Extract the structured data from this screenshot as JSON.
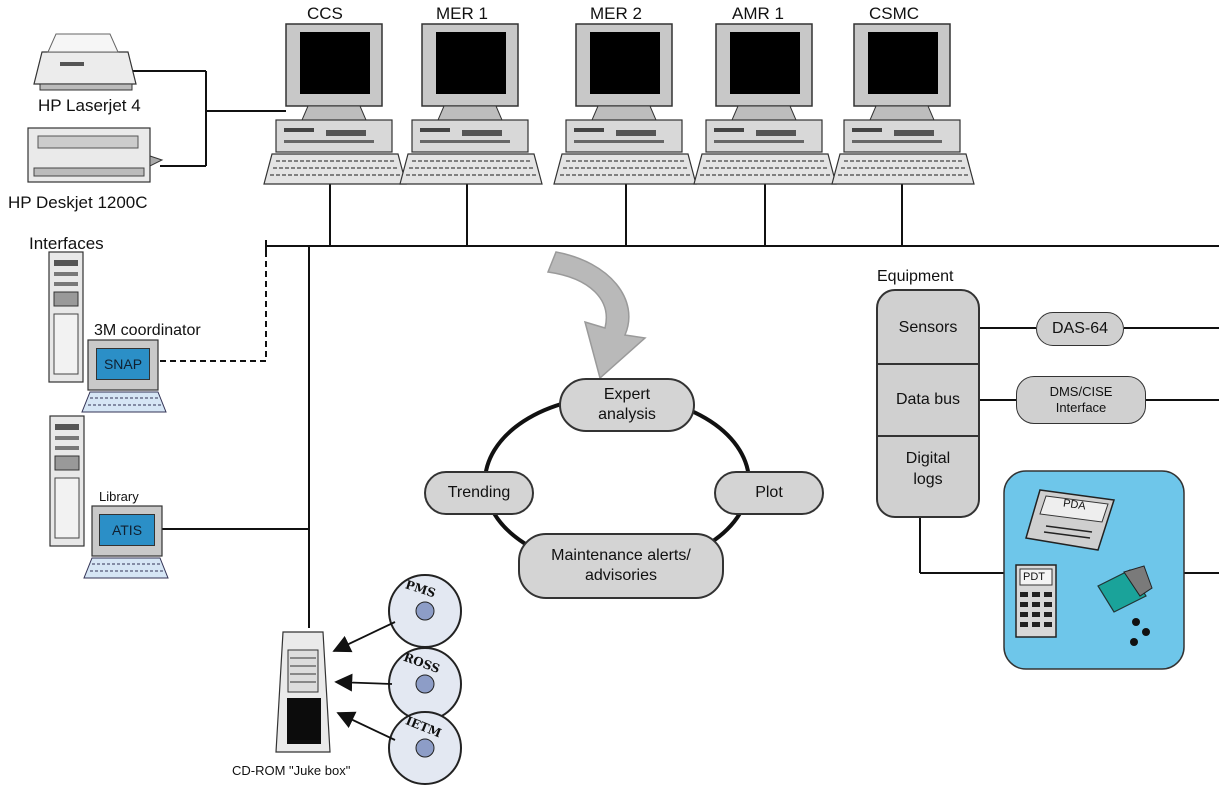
{
  "workstations": [
    "CCS",
    "MER 1",
    "MER 2",
    "AMR 1",
    "CSMC"
  ],
  "printers": {
    "top": "HP Laserjet 4",
    "bottom": "HP Deskjet 1200C"
  },
  "interfaces": {
    "title": "Interfaces",
    "coordinator": "3M coordinator",
    "snap": "SNAP",
    "library": "Library",
    "atis": "ATIS"
  },
  "analysis": {
    "expert": "Expert\nanalysis",
    "trending": "Trending",
    "plot": "Plot",
    "alerts": "Maintenance alerts/\nadvisories"
  },
  "equipment": {
    "title": "Equipment",
    "sensors": "Sensors",
    "databus": "Data bus",
    "logs": "Digital\nlogs",
    "das": "DAS-64",
    "dms": "DMS/CISE\nInterface"
  },
  "handheld": {
    "pda": "PDA",
    "pdt": "PDT"
  },
  "cdrom": {
    "label": "CD-ROM \"Juke box\"",
    "discs": [
      "PMS",
      "ROSS",
      "IETM"
    ]
  },
  "colors": {
    "accent_blue": "#6ec6ea",
    "screen_blue": "#2b8fc7",
    "pill_gray": "#d4d4d4"
  }
}
